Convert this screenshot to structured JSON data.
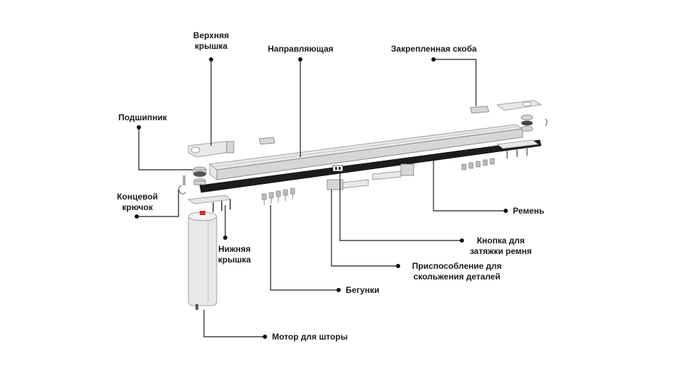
{
  "labels": {
    "top_cover": [
      "Верхняя",
      "крышка"
    ],
    "rail": "Направляющая",
    "fixed_bracket": "Закрепленная скоба",
    "bearing": "Подшипник",
    "end_hook": [
      "Концевой",
      "крючок"
    ],
    "bottom_cover": [
      "Нижняя",
      "крышка"
    ],
    "belt": "Ремень",
    "belt_tension_button": [
      "Кнопка для",
      "затяжки ремня"
    ],
    "sliding_device": [
      "Приспособление для",
      "скольжения деталей"
    ],
    "runners": "Бегунки",
    "curtain_motor": "Мотор для шторы"
  }
}
